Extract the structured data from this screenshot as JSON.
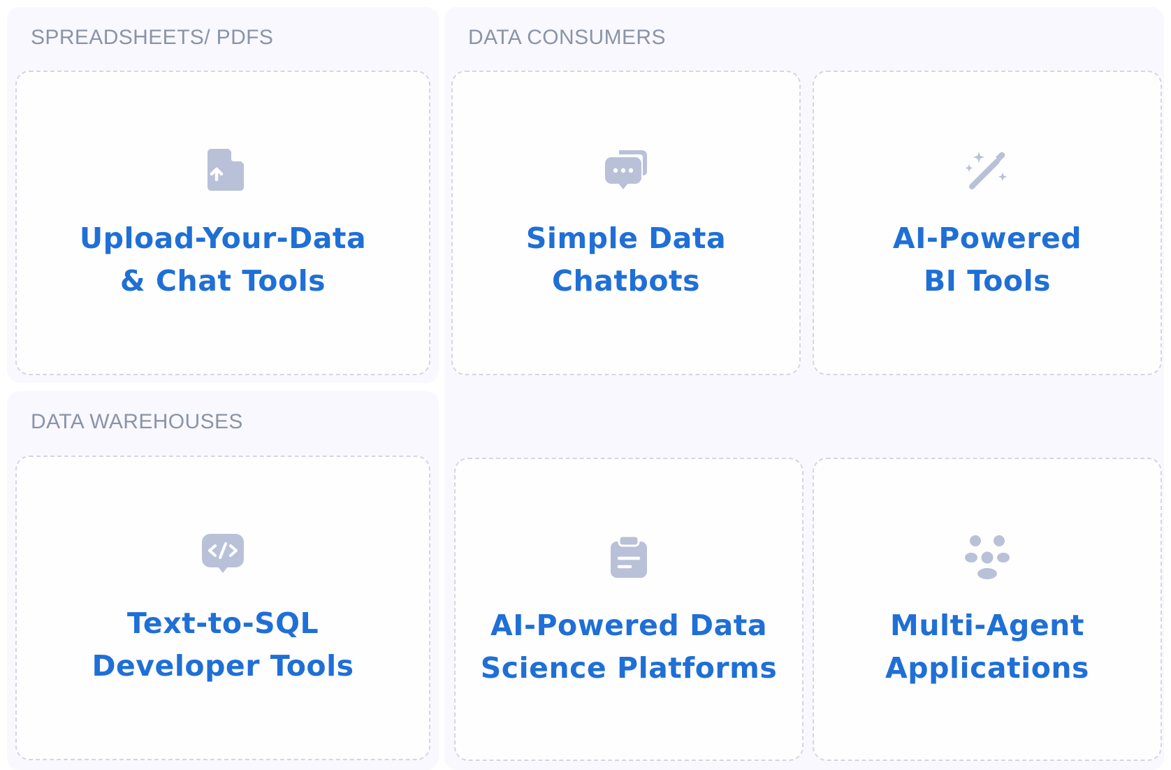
{
  "groups": {
    "spreadsheets": {
      "title": "SPREADSHEETS/ PDFS"
    },
    "consumers": {
      "title": "DATA CONSUMERS"
    },
    "warehouses": {
      "title": "DATA WAREHOUSES"
    }
  },
  "cards": {
    "upload_chat": {
      "icon": "file-upload-icon",
      "line1": "Upload-Your-Data",
      "line2": "& Chat Tools"
    },
    "simple_chatbots": {
      "icon": "chat-bubbles-icon",
      "line1": "Simple Data",
      "line2": "Chatbots"
    },
    "ai_bi": {
      "icon": "magic-wand-icon",
      "line1": "AI-Powered",
      "line2": "BI Tools"
    },
    "text_to_sql": {
      "icon": "code-bubble-icon",
      "line1": "Text-to-SQL",
      "line2": "Developer Tools"
    },
    "data_science": {
      "icon": "clipboard-icon",
      "line1": "AI-Powered Data",
      "line2": "Science Platforms"
    },
    "multi_agent": {
      "icon": "users-group-icon",
      "line1": "Multi-Agent",
      "line2": "Applications"
    }
  },
  "colors": {
    "label": "#1f6fd6",
    "icon": "#b9c1d8",
    "group_title": "#8a94a8",
    "group_bg": "#f8f8fe",
    "card_border": "#d4d6e2"
  }
}
